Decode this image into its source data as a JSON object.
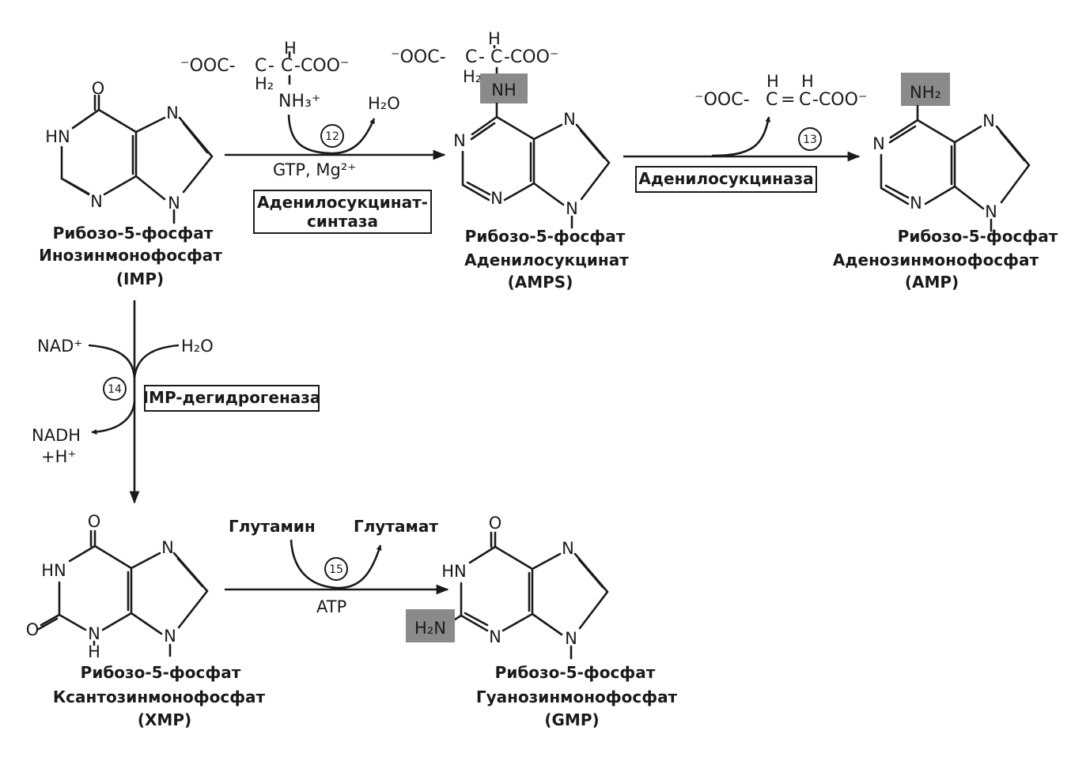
{
  "compounds": {
    "imp": {
      "ribose": "Рибозо-5-фосфат",
      "name": "Инозинмонофосфат",
      "abbr": "(IMP)"
    },
    "amps": {
      "ribose": "Рибозо-5-фосфат",
      "name": "Аденилосукцинат",
      "abbr": "(AMPS)"
    },
    "amp": {
      "ribose": "Рибозо-5-фосфат",
      "name": "Аденозинмонофосфат",
      "abbr": "(AMP)"
    },
    "xmp": {
      "ribose": "Рибозо-5-фосфат",
      "name": "Ксантозинмонофосфат",
      "abbr": "(XMP)"
    },
    "gmp": {
      "ribose": "Рибозо-5-фосфат",
      "name": "Гуанозинмонофосфат",
      "abbr": "(GMP)"
    }
  },
  "reactions": {
    "r12": {
      "number": "12",
      "reactant": "NH₃⁺",
      "product": "H₂O",
      "cofactors": "GTP, Mg²⁺",
      "enzyme_line1": "Аденилосукцинат-",
      "enzyme_line2": "синтаза"
    },
    "r13": {
      "number": "13",
      "enzyme": "Аденилосукциназа"
    },
    "r14": {
      "number": "14",
      "reactant": "NAD⁺",
      "reactant2": "H₂O",
      "product1": "NADH",
      "product2": "+H⁺",
      "enzyme": "IMP-дегидрогеназа"
    },
    "r15": {
      "number": "15",
      "reactant": "Глутамин",
      "product": "Глутамат",
      "cofactor": "ATP"
    }
  },
  "atoms": {
    "N": "N",
    "HN": "HN",
    "O": "O",
    "H": "H",
    "NH": "NH",
    "NH2": "NH₂",
    "H2N": "H₂N",
    "H2": "H₂"
  },
  "fragments": {
    "ooc": "⁻OOC-",
    "coo": "-COO⁻",
    "c": "C",
    "dash": "-",
    "eq": "="
  },
  "colors": {
    "highlight": "#8a8a8a",
    "ink": "#1a1a1a"
  }
}
